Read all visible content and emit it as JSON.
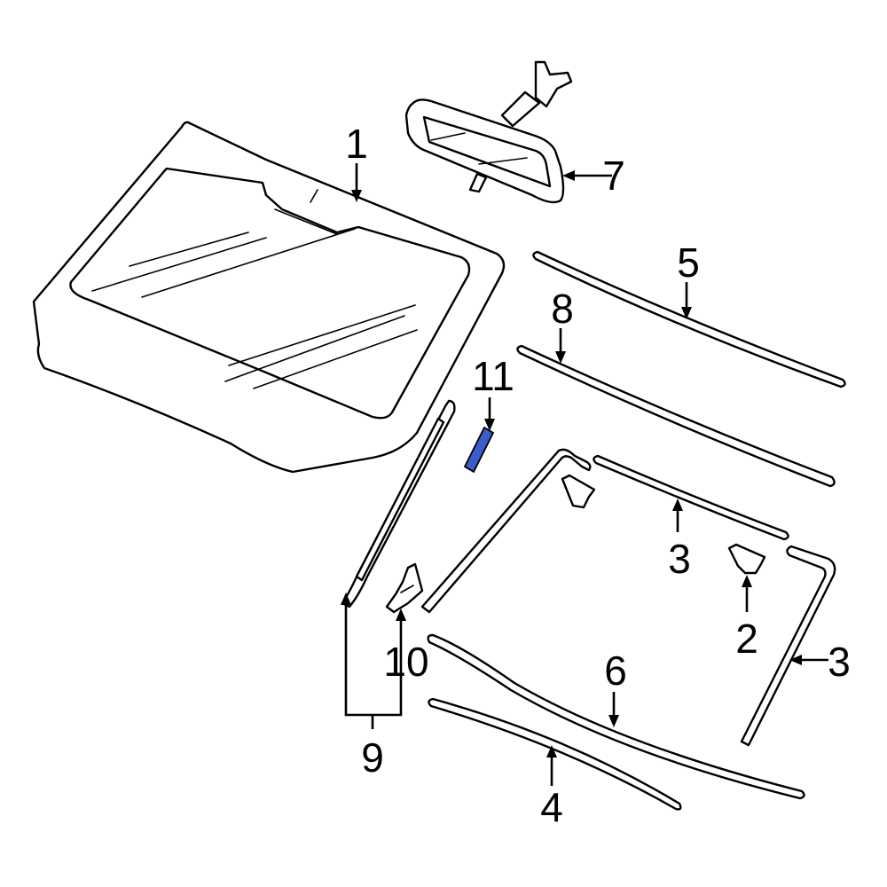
{
  "colors": {
    "line": "#000000",
    "background": "#ffffff",
    "highlight_part": "#3d5dc8"
  },
  "callouts": {
    "c1": "1",
    "c2": "2",
    "c3a": "3",
    "c3b": "3",
    "c4": "4",
    "c5": "5",
    "c6": "6",
    "c7": "7",
    "c8": "8",
    "c9": "9",
    "c10": "10",
    "c11": "11"
  }
}
